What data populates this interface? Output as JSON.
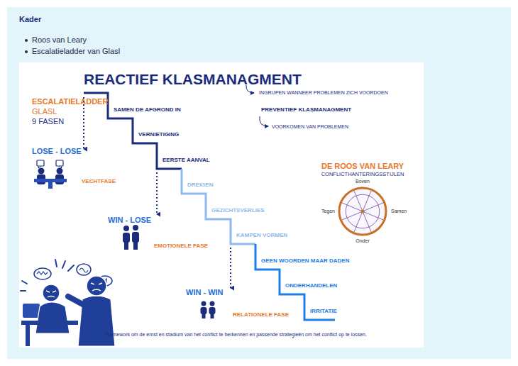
{
  "diagram": {
    "title": "REACTIEF KLASMANAGMENT",
    "caption": "Framework om de ernst en stadium van het conflict te herkennen en passende strategieën om het conflict op te lossen.",
    "nodes": [
      {
        "text": [
          "Kader",
          "Roos van Leary",
          "Escalatieladder van Glasl"
        ]
      },
      {
        "text": [
          "DE ROOS VAN LEARY",
          "CONFLICTHANTERINGSSTIJLEN",
          "Boven",
          "Tegen",
          "Samen",
          "Onder"
        ],
        "in": 0
      }
    ],
    "labels": [
      "INGRIJPEN WANNEER PROBLEMEN ZICH VOORDOEN",
      "PREVENTIEF KLASMANAGMENT",
      "VOORKOMEN VAN PROBLEMEN",
      "ESCALATIELADDER",
      "GLASL",
      "9 FASEN",
      "SAMEN DE AFGROND IN",
      "VERNIETIGING",
      "EERSTE AANVAL",
      "LOSE - LOSE",
      "VECHTFASE",
      "DREIGEN",
      "GEZICHTSVERLIES",
      "WIN - LOSE",
      "KAMPEN VORMEN",
      "EMOTIONELE FASE",
      "GEEN WOORDEN MAAR DADEN",
      "ONDERHANDELEN",
      "WIN - WIN",
      "IRRITATIE",
      "RELATIONELE FASE"
    ]
  }
}
